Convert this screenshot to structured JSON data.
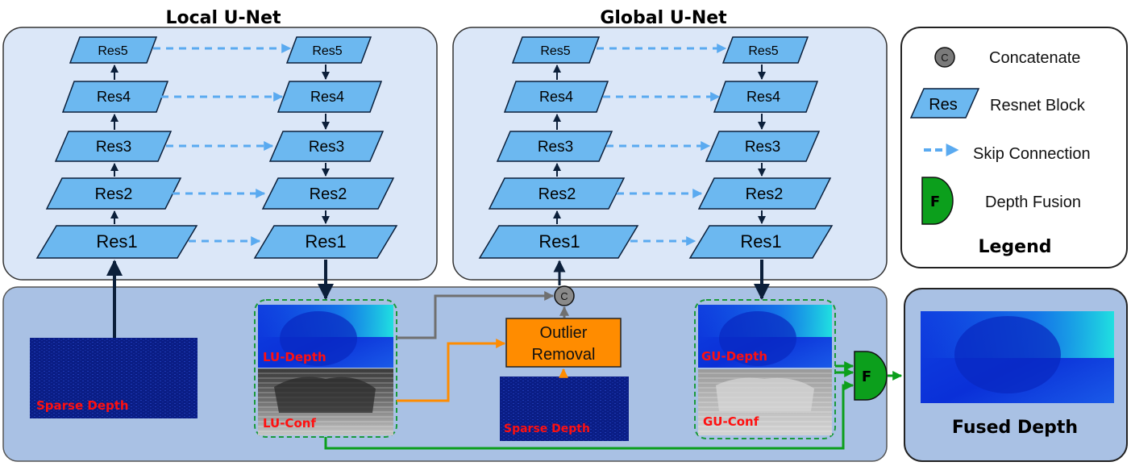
{
  "titles": {
    "local": "Local U-Net",
    "global": "Global U-Net",
    "legend": "Legend",
    "fused": "Fused Depth"
  },
  "blocks": {
    "res1": "Res1",
    "res2": "Res2",
    "res3": "Res3",
    "res4": "Res4",
    "res5": "Res5"
  },
  "concat_symbol": "C",
  "fusion_symbol": "F",
  "outlier": {
    "line1": "Outlier",
    "line2": "Removal"
  },
  "images": {
    "sparse_depth": "Sparse Depth",
    "lu_depth": "LU-Depth",
    "lu_conf": "LU-Conf",
    "gu_depth": "GU-Depth",
    "gu_conf": "GU-Conf"
  },
  "legend": {
    "concatenate": "Concatenate",
    "res_symbol": "Res",
    "resnet_block": "Resnet Block",
    "skip_connection": "Skip Connection",
    "depth_fusion": "Depth Fusion"
  },
  "colors": {
    "res_fill": "#6cb8f0",
    "skip_arrow": "#5aaaf0",
    "unet_panel": "#dbe7f8",
    "bottom_panel": "#a9c1e4",
    "outlier_fill": "#ff8c00",
    "fusion_fill": "#0c9f1c",
    "label_red": "#ff1010"
  }
}
